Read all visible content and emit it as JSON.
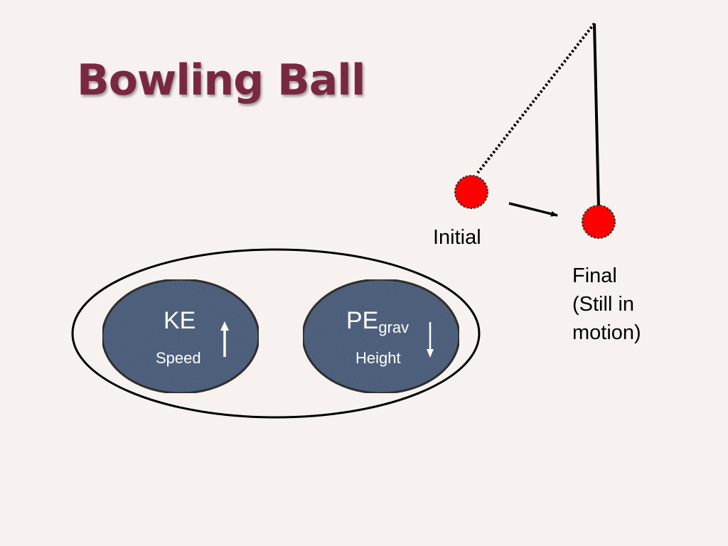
{
  "slide": {
    "title": "Bowling Ball",
    "colors": {
      "title": "#7a2840",
      "background": "#f7f2ef",
      "ball_fill": "#ff0000",
      "oval_fill": "#3f5777",
      "stroke": "#000000"
    }
  },
  "labels": {
    "initial": "Initial",
    "final_lines": [
      "Final",
      "(Still in",
      "motion)"
    ]
  },
  "energy": {
    "ke": {
      "name": "KE",
      "subtitle": "Speed",
      "arrow": "up-arrow-icon"
    },
    "pe": {
      "name": "PE",
      "subscript": "grav",
      "subtitle": "Height",
      "arrow": "down-arrow-icon"
    }
  }
}
